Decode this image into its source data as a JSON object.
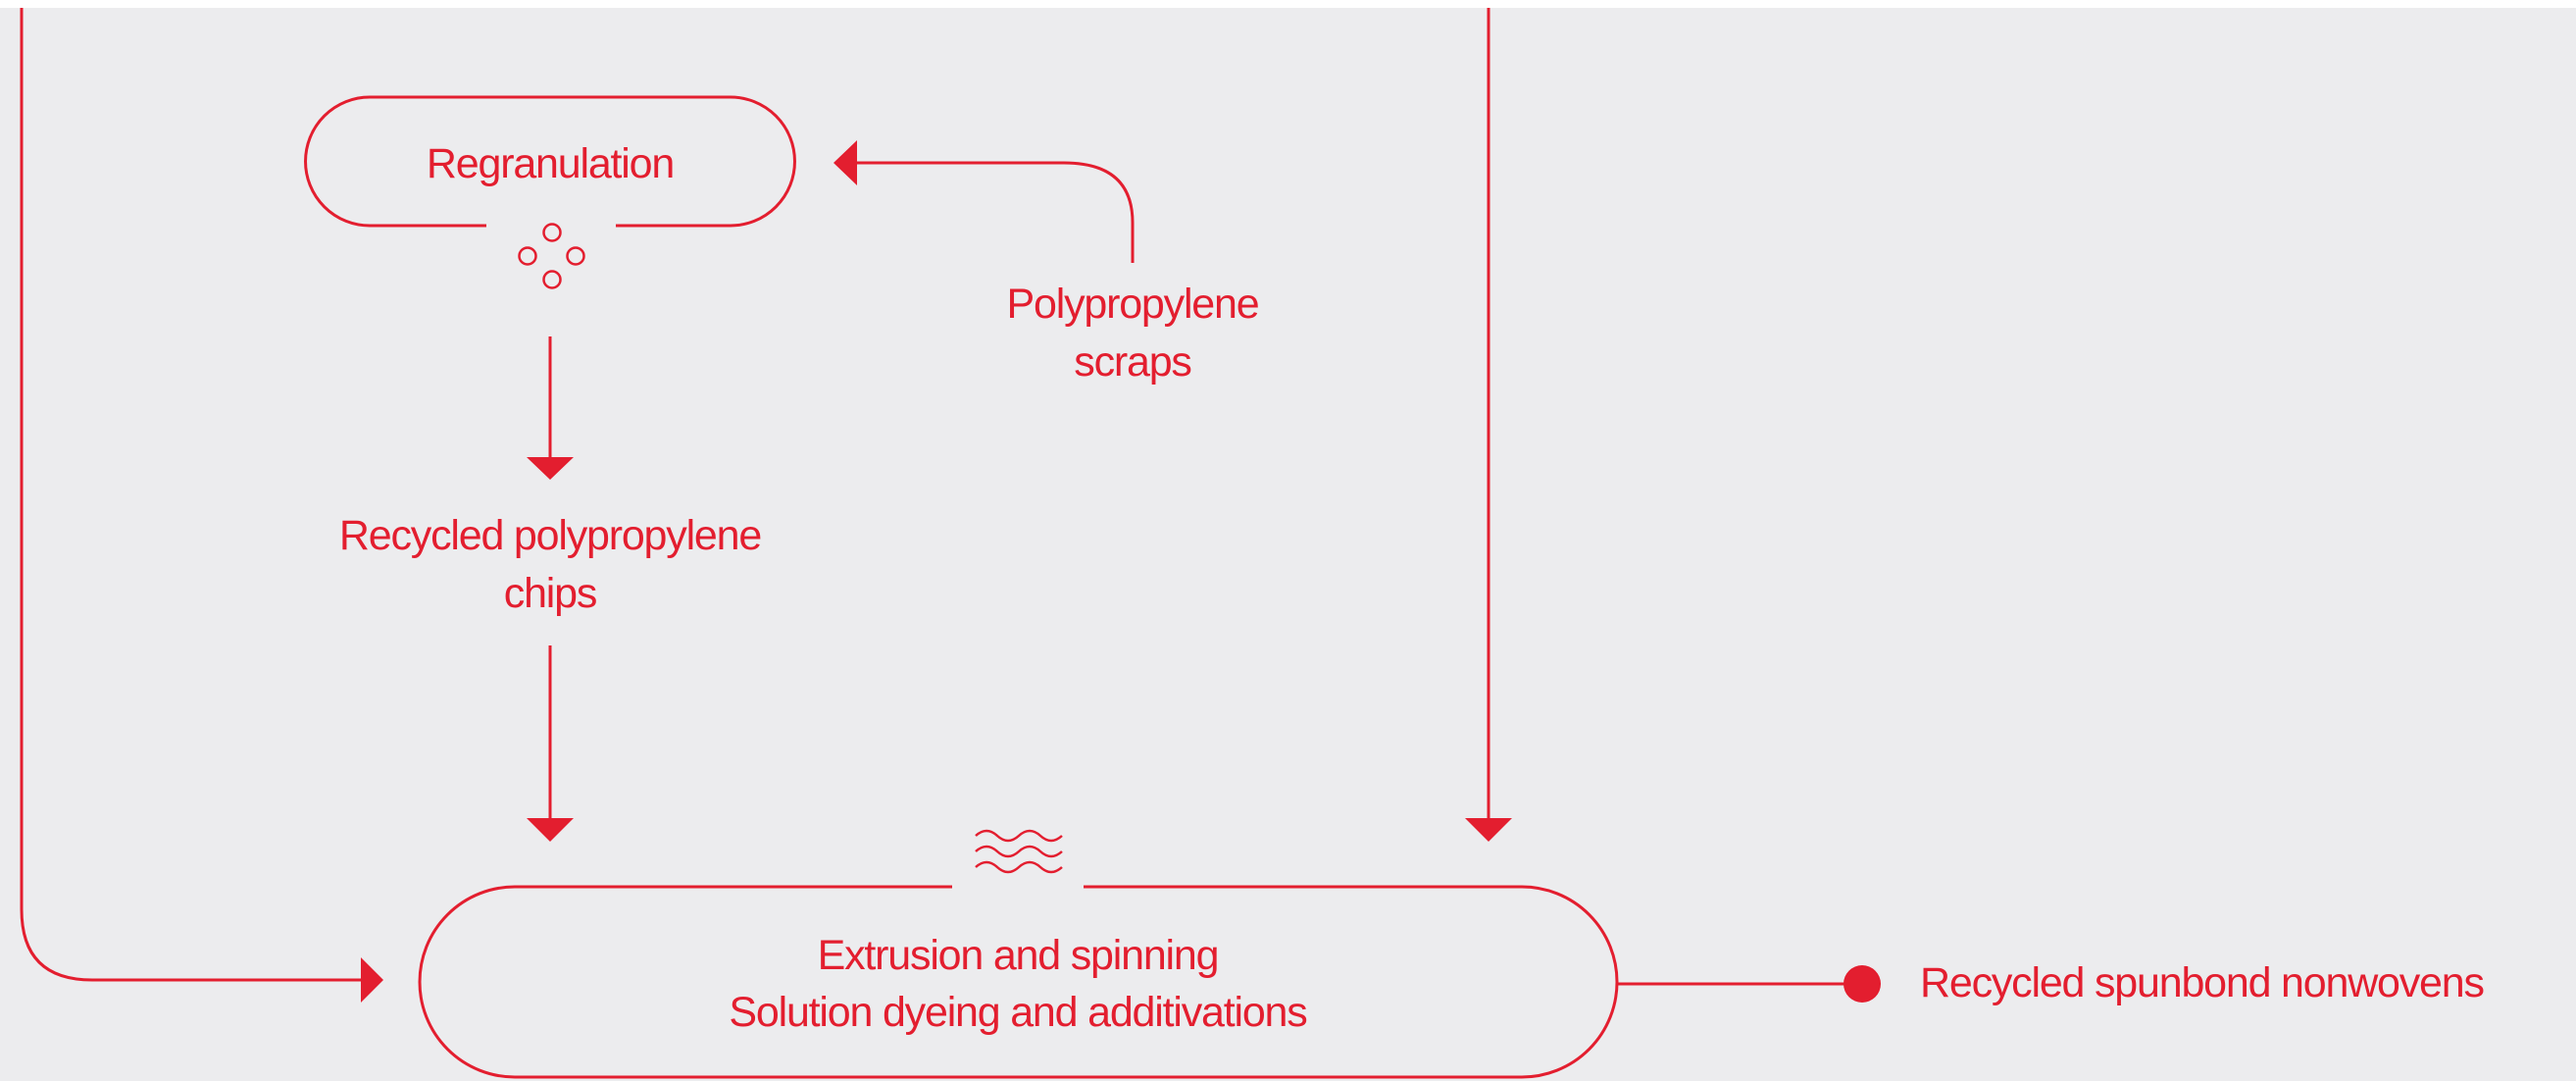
{
  "theme": {
    "accent": "#e31e2f",
    "background": "#ececee"
  },
  "nodes": {
    "regranulation": {
      "label": "Regranulation",
      "icon": "granules-icon"
    },
    "scraps": {
      "line1": "Polypropylene",
      "line2": "scraps"
    },
    "chips": {
      "line1": "Recycled polypropylene",
      "line2": "chips"
    },
    "extrusion": {
      "line1": "Extrusion and spinning",
      "line2": "Solution dyeing and additivations",
      "icon": "heat-waves-icon"
    },
    "output": {
      "label": "Recycled spunbond nonwovens"
    }
  }
}
